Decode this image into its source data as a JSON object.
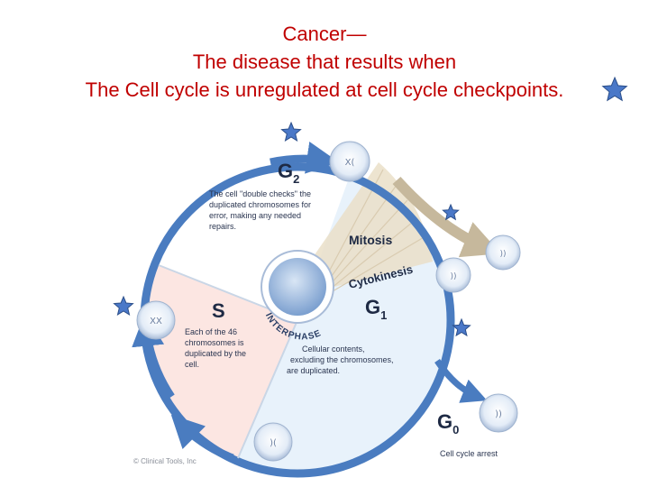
{
  "title": {
    "line1": "Cancer—",
    "line2": "The disease that results when",
    "line3": "The Cell cycle is unregulated at cell cycle checkpoints."
  },
  "diagram": {
    "phases": {
      "g2": {
        "letter": "G",
        "sub": "2"
      },
      "s": {
        "label": "S"
      },
      "g1": {
        "letter": "G",
        "sub": "1"
      },
      "g0": {
        "letter": "G",
        "sub": "0"
      },
      "mitosis": "Mitosis",
      "cytokinesis": "Cytokinesis",
      "interphase": "INTERPHASE"
    },
    "descriptions": {
      "g2": [
        "The cell \"double checks\" the",
        "duplicated chromosomes for",
        "error, making any needed",
        "repairs."
      ],
      "s": [
        "Each of the 46",
        "chromosomes is",
        "duplicated by the",
        "cell."
      ],
      "g1": [
        "Cellular contents,",
        "excluding the chromosomes,",
        "are duplicated."
      ],
      "g0": "Cell cycle arrest"
    },
    "copyright": "© Clinical Tools, Inc"
  },
  "colors": {
    "title": "#c00000",
    "arrow": "#4a7cc0",
    "star": "#4a78c8",
    "g2_region": "#ffffff",
    "s_region": "#fce6e2",
    "g1_region": "#e8f2fb",
    "mitosis_wedge": "#eadfc8"
  }
}
